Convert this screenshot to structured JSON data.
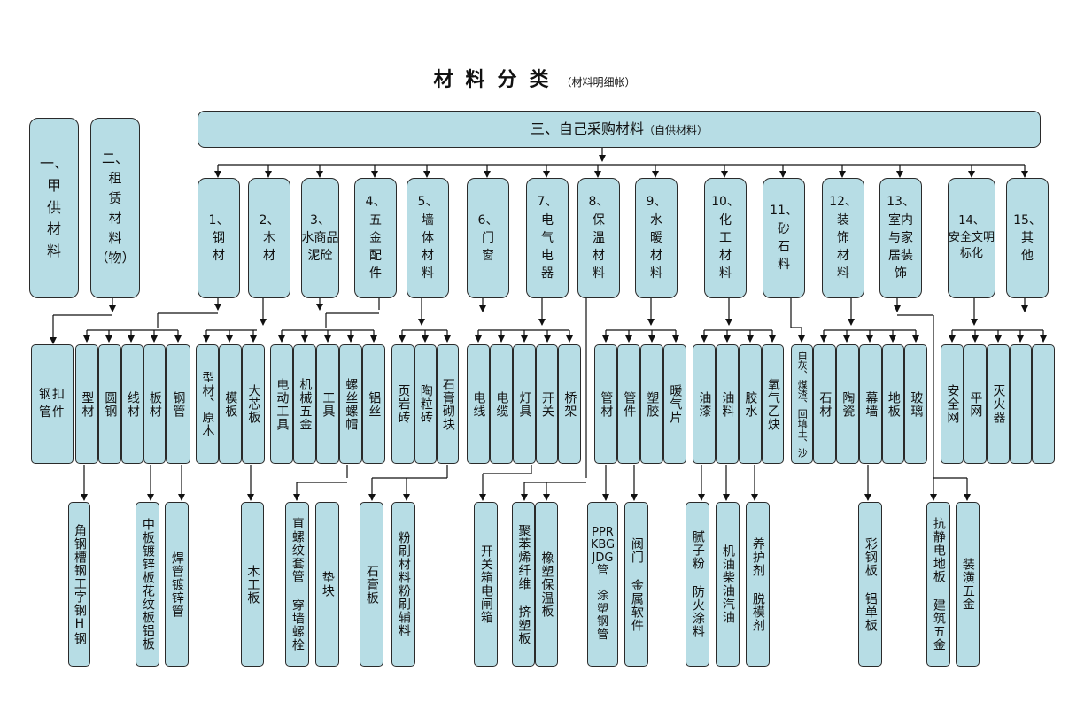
{
  "title": {
    "main": "材料分类",
    "sub": "（材料明细帐）"
  },
  "header": {
    "label": "三、自己采购材料",
    "sub": "（自供材料）"
  },
  "side": [
    {
      "label": "一、\n甲\n供\n材\n料"
    },
    {
      "label": "二、\n租\n赁\n材\n料\n（物）"
    }
  ],
  "categories": [
    "1、\n钢\n材",
    "2、\n木\n材",
    "3、\n水商品\n泥砼",
    "4、\n五\n金\n配\n件",
    "5、\n墙\n体\n材\n料",
    "6、\n门\n窗",
    "7、\n电\n气\n电\n器",
    "8、\n保\n温\n材\n料",
    "9、\n水\n暖\n材\n料",
    "10、\n化\n工\n材\n料",
    "11、\n砂\n石\n料",
    "12、\n装\n饰\n材\n料",
    "13、\n室内\n与家\n居装\n饰",
    "14、\n安全文明\n标化",
    "15、\n其\n他"
  ],
  "level2": [
    "钢扣管件",
    "型材",
    "圆钢",
    "线材",
    "板材",
    "钢管",
    "型材、原木",
    "模板",
    "大芯板",
    "电动工具",
    "机械五金",
    "工具",
    "螺丝螺帽",
    "铝丝",
    "页岩砖",
    "陶粒砖",
    "石膏砌块",
    "电线",
    "电缆",
    "灯具",
    "开关",
    "桥架",
    "管材",
    "管件",
    "塑胶",
    "暖气片",
    "油漆",
    "油料",
    "胶水",
    "氧气乙炔",
    "白灰、煤渣、回填土、沙",
    "石材",
    "陶瓷",
    "幕墙",
    "地板",
    "玻璃",
    "安全网",
    "平网",
    "灭火器",
    "",
    ""
  ],
  "level3": [
    "角钢槽钢工字钢H钢",
    "中板镀锌板花纹板铝板",
    "焊管镀锌管",
    "木工板",
    "直螺纹套管 穿墙螺栓",
    "垫块",
    "石膏板",
    "粉刷材料粉刷辅料",
    "开关箱电闸箱",
    "聚苯烯纤维 挤塑板",
    "橡塑保温板",
    "PPR\nKBG\nJDG\n管\n\n涂\n塑\n钢\n管",
    "阀门 金属软件",
    "腻子粉 防火涂料",
    "机油柴油汽油",
    "养护剂 脱模剂",
    "彩钢板 铝单板",
    "抗静电地板 建筑五金",
    "装潢五金"
  ]
}
